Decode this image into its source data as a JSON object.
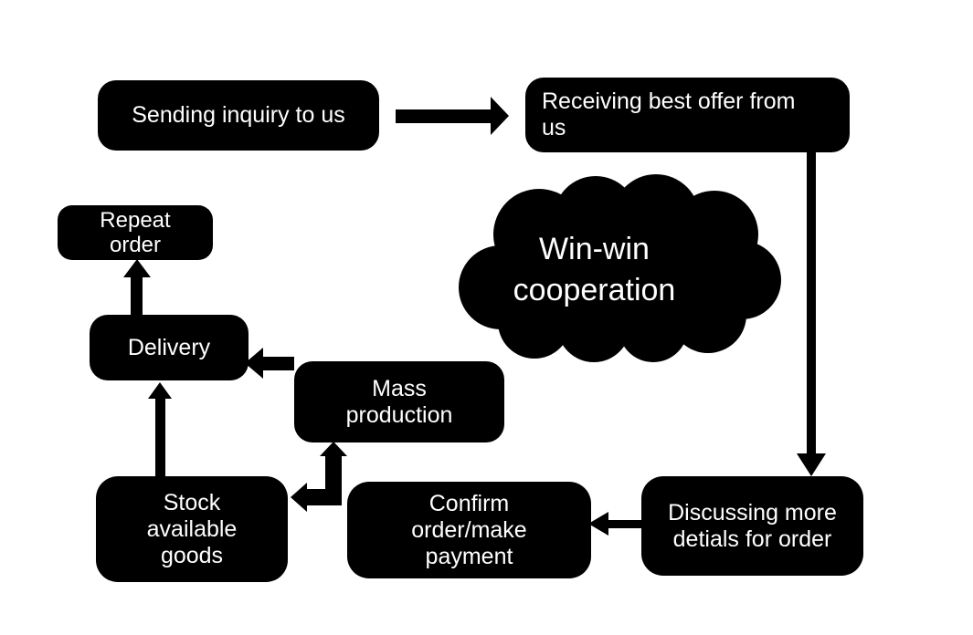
{
  "diagram": {
    "colors": {
      "background": "#ffffff",
      "node_fill": "#000000",
      "node_text": "#ffffff",
      "arrow": "#000000"
    },
    "nodes": {
      "sending": {
        "label": "Sending inquiry to us",
        "lines": [
          "Sending inquiry to us"
        ]
      },
      "receiving": {
        "label": "Receiving best offer from us",
        "lines": [
          "Receiving best offer from",
          "us"
        ]
      },
      "repeat": {
        "label": "Repeat order",
        "lines": [
          "Repeat",
          "order"
        ]
      },
      "delivery": {
        "label": "Delivery",
        "lines": [
          "Delivery"
        ]
      },
      "mass": {
        "label": "Mass production",
        "lines": [
          "Mass",
          "production"
        ]
      },
      "stock": {
        "label": "Stock available goods",
        "lines": [
          "Stock",
          "available",
          "goods"
        ]
      },
      "confirm": {
        "label": "Confirm order/make payment",
        "lines": [
          "Confirm",
          "order/make",
          "payment"
        ]
      },
      "discussing": {
        "label": "Discussing more detials for order",
        "lines": [
          "Discussing more",
          "detials for order"
        ]
      }
    },
    "cloud": {
      "label": "Win-win cooperation",
      "lines": [
        "Win-win",
        "cooperation"
      ]
    },
    "edges": [
      {
        "from": "sending",
        "to": "receiving"
      },
      {
        "from": "receiving",
        "to": "discussing"
      },
      {
        "from": "discussing",
        "to": "confirm"
      },
      {
        "from": "confirm",
        "to": "mass",
        "style": "bent-double-head"
      },
      {
        "from": "confirm",
        "to": "stock",
        "style": "bent-double-head"
      },
      {
        "from": "mass",
        "to": "delivery"
      },
      {
        "from": "stock",
        "to": "delivery"
      },
      {
        "from": "delivery",
        "to": "repeat"
      }
    ]
  }
}
